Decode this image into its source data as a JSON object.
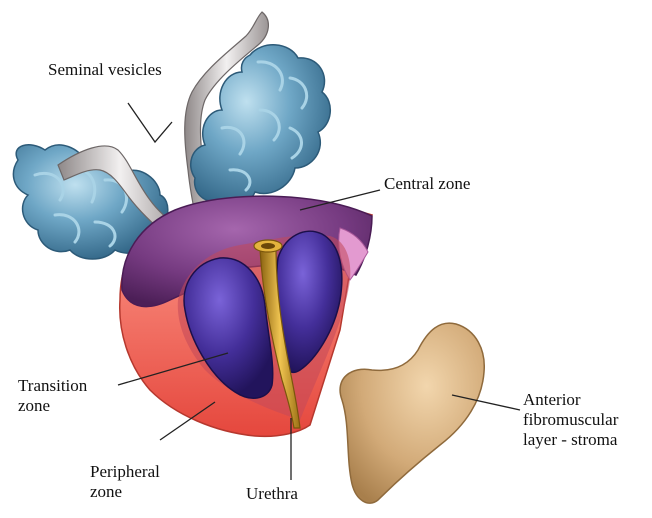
{
  "labels": {
    "seminal_vesicles": "Seminal vesicles",
    "central_zone": "Central zone",
    "transition_zone": [
      "Transition",
      "zone"
    ],
    "peripheral_zone": [
      "Peripheral",
      "zone"
    ],
    "urethra": "Urethra",
    "anterior_stroma": [
      "Anterior",
      "fibromuscular",
      "layer - stroma"
    ]
  },
  "colors": {
    "seminal_vesicle": "#5b93b5",
    "vas_deferens": "#b9b4b4",
    "central_zone": "#7a3f86",
    "central_zone_rim": "#d98ac0",
    "transition_zone": "#3f2d8f",
    "peripheral_zone": "#f06a5e",
    "urethra": "#d2a12a",
    "stroma": "#d8b283",
    "leader_line": "#222222"
  }
}
